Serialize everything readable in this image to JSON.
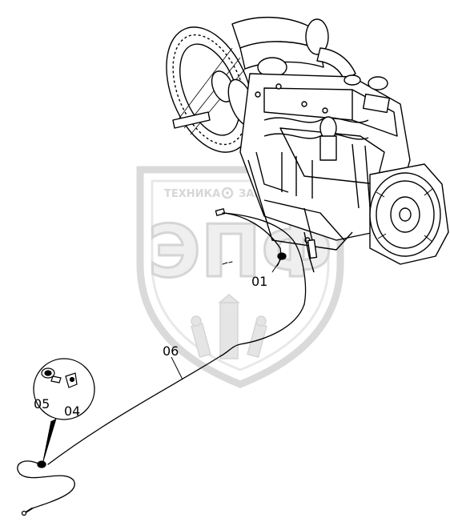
{
  "watermark": {
    "line1_left": "ТЕХНИКА",
    "line1_right": "ЗАПЧАСТИ",
    "logo": "ЭПФ",
    "color": "#c8c8c8"
  },
  "callouts": {
    "harness_connector": "01",
    "cable": "06",
    "bolt": "05",
    "clip": "04"
  },
  "colors": {
    "line": "#000000",
    "background": "#ffffff"
  }
}
